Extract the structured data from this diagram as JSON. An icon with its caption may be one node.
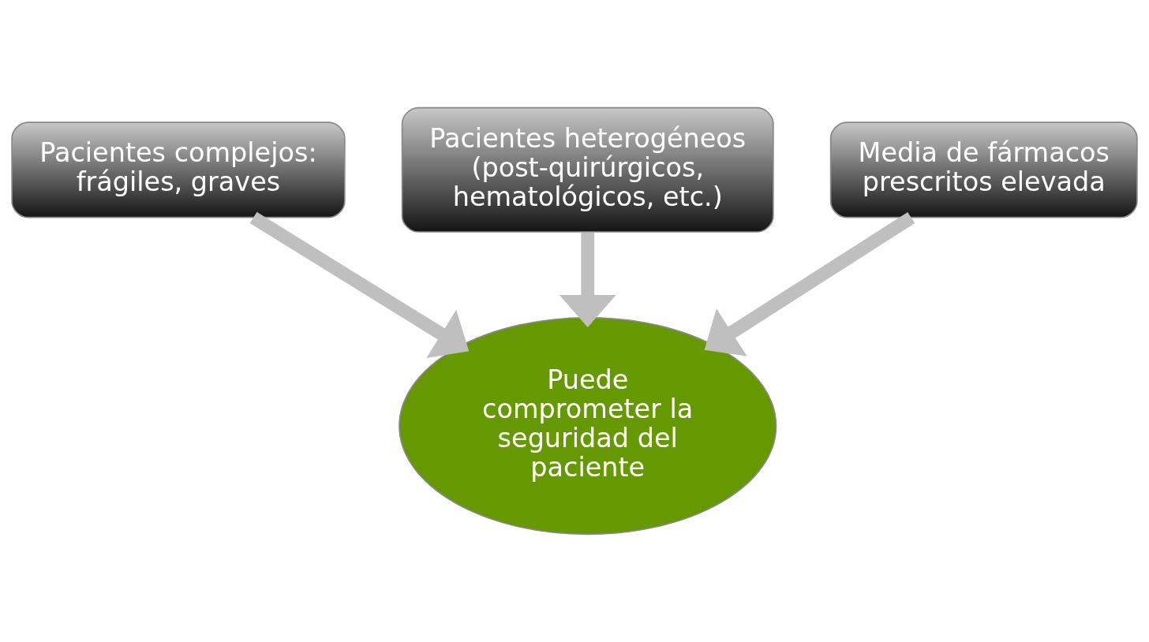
{
  "diagram": {
    "nodes": [
      {
        "text": [
          "Pacientes heterogéneos (post-quirúrgicos, hematológicos, etc.)"
        ]
      },
      {
        "text": [
          "Pacientes complejos: frágiles, graves"
        ]
      },
      {
        "text": [
          "Media de fármacos prescritos elevada"
        ]
      },
      {
        "text": [
          "Puede comprometer la seguridad del paciente"
        ]
      }
    ],
    "edges": [
      {
        "from": 1,
        "to": 3,
        "arrow": "to"
      },
      {
        "from": 0,
        "to": 3,
        "arrow": "to"
      },
      {
        "from": 2,
        "to": 3,
        "arrow": "to"
      }
    ]
  }
}
